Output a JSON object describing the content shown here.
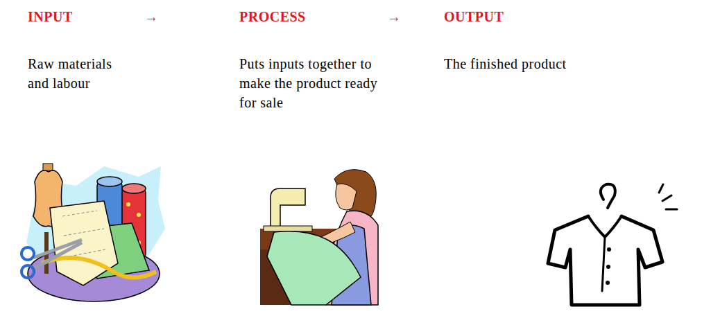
{
  "diagram": {
    "labels": [
      "INPUT",
      "→",
      "PROCESS",
      "→",
      "OUTPUT",
      "Raw materials and labour",
      "Puts inputs together to make the product ready for sale",
      "The finished product"
    ]
  }
}
